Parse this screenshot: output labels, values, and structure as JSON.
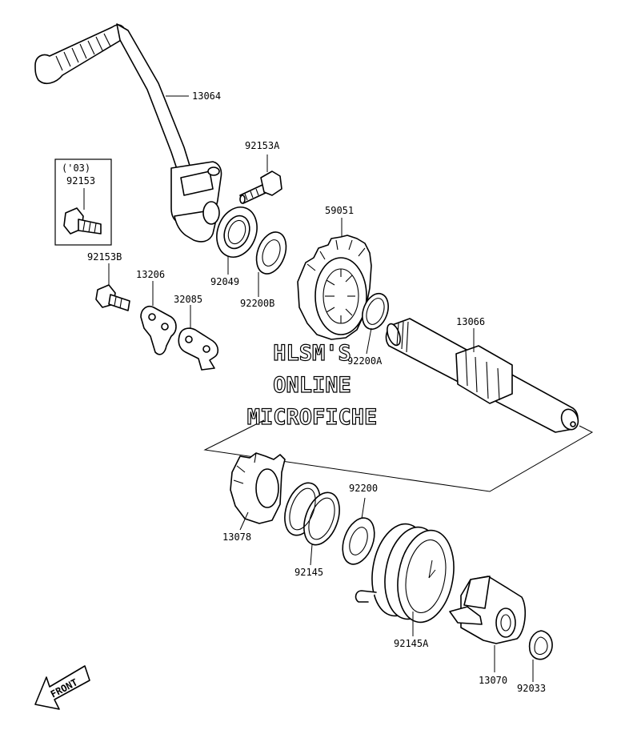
{
  "labels": {
    "p13064": "13064",
    "p92153A": "92153A",
    "p03": "('03)",
    "p92153": "92153",
    "p59051": "59051",
    "p92153B": "92153B",
    "p13206": "13206",
    "p32085": "32085",
    "p92049": "92049",
    "p92200B": "92200B",
    "p13066": "13066",
    "p92200A": "92200A",
    "p92200": "92200",
    "p13078": "13078",
    "p92145": "92145",
    "p92145A": "92145A",
    "p13070": "13070",
    "p92033": "92033"
  },
  "watermark": {
    "line1": "HLSM'S",
    "line2": "ONLINE",
    "line3": "MICROFICHE"
  },
  "front_arrow": "FRONT"
}
